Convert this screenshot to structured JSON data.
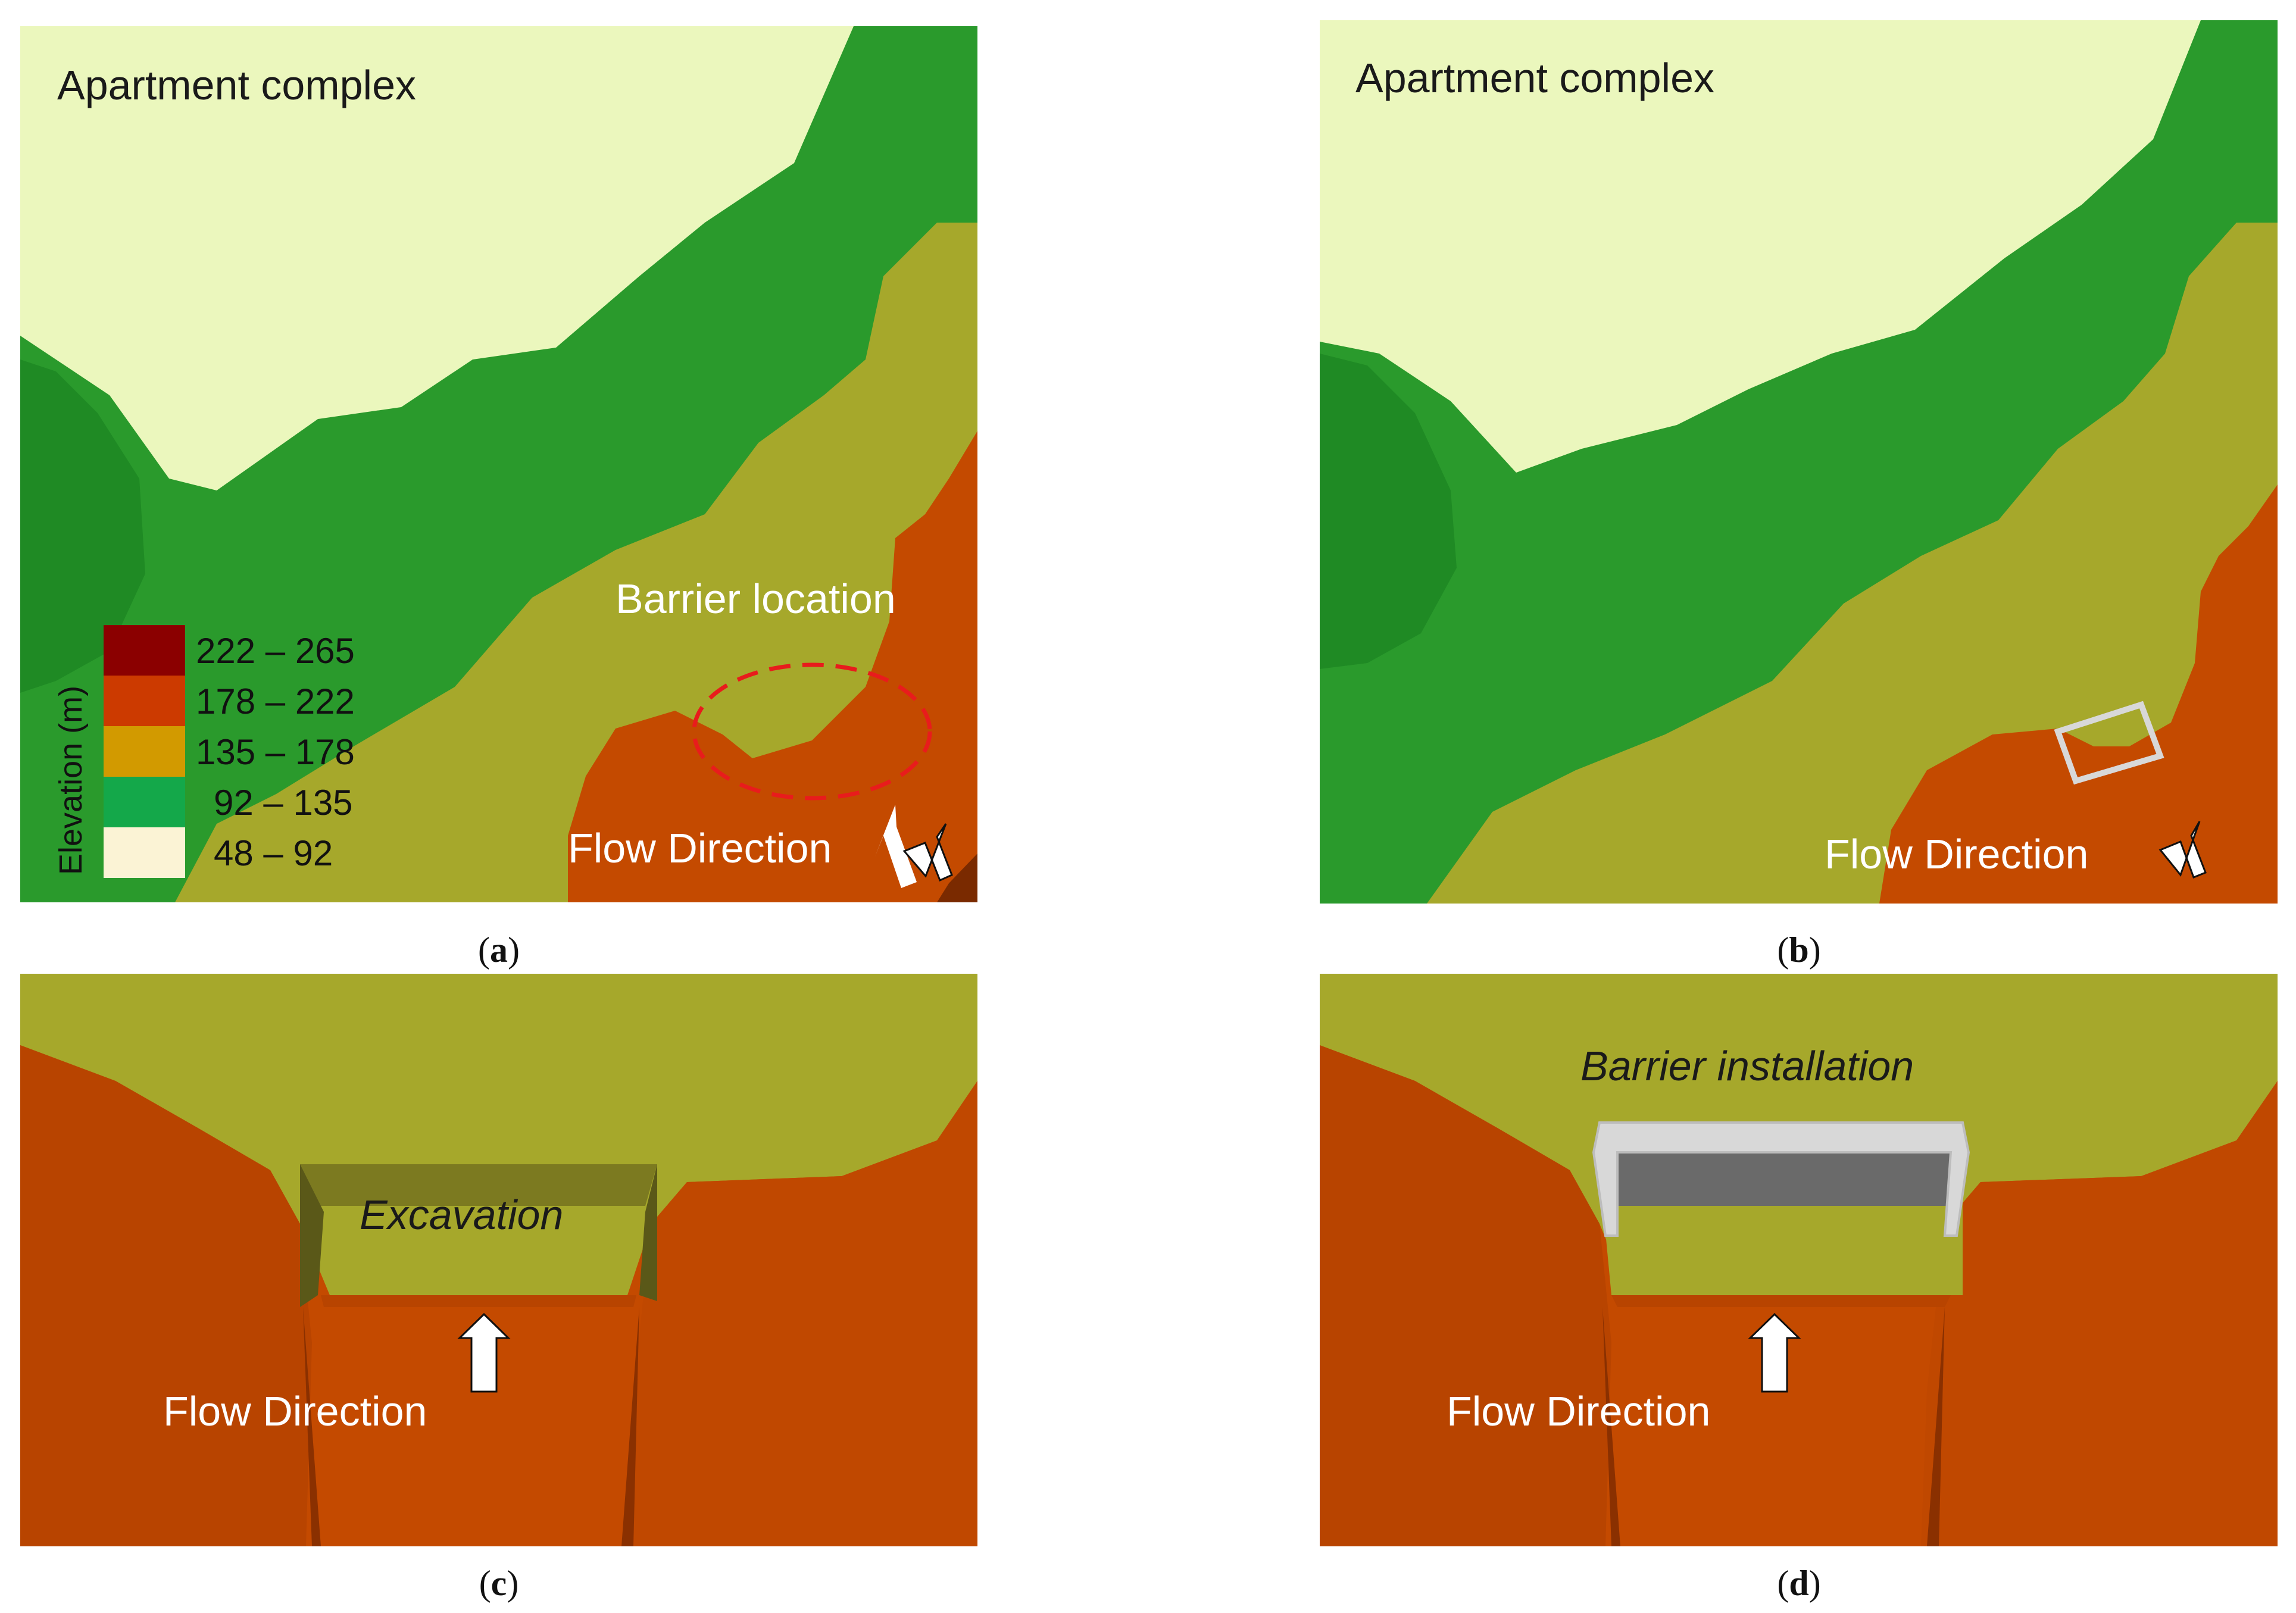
{
  "panels": {
    "a": {
      "caption": "a",
      "labels": {
        "apartment": "Apartment complex",
        "barrier_location": "Barrier location",
        "flow": "Flow Direction"
      }
    },
    "b": {
      "caption": "b",
      "labels": {
        "apartment": "Apartment complex",
        "flow": "Flow Direction"
      }
    },
    "c": {
      "caption": "c",
      "labels": {
        "excavation": "Excavation",
        "flow": "Flow Direction"
      }
    },
    "d": {
      "caption": "d",
      "labels": {
        "barrier_installation": "Barrier installation",
        "flow": "Flow Direction"
      }
    }
  },
  "legend": {
    "title": "Elevation (m)",
    "classes": [
      {
        "label": "222 – 265",
        "color": "#8b0000"
      },
      {
        "label": "178 – 222",
        "color": "#cc3a00"
      },
      {
        "label": "135 – 178",
        "color": "#d29a00"
      },
      {
        "label": "92 – 135",
        "color": "#14a84a"
      },
      {
        "label": "48 – 92",
        "color": "#fbf3d5"
      }
    ]
  },
  "terrain_colors": {
    "pale": "#ebf7bd",
    "green": "#2a9a2c",
    "olive": "#a6a82b",
    "orange": "#c44a00",
    "barrier": "#d8d8d8",
    "marker": "#e81c1c"
  }
}
